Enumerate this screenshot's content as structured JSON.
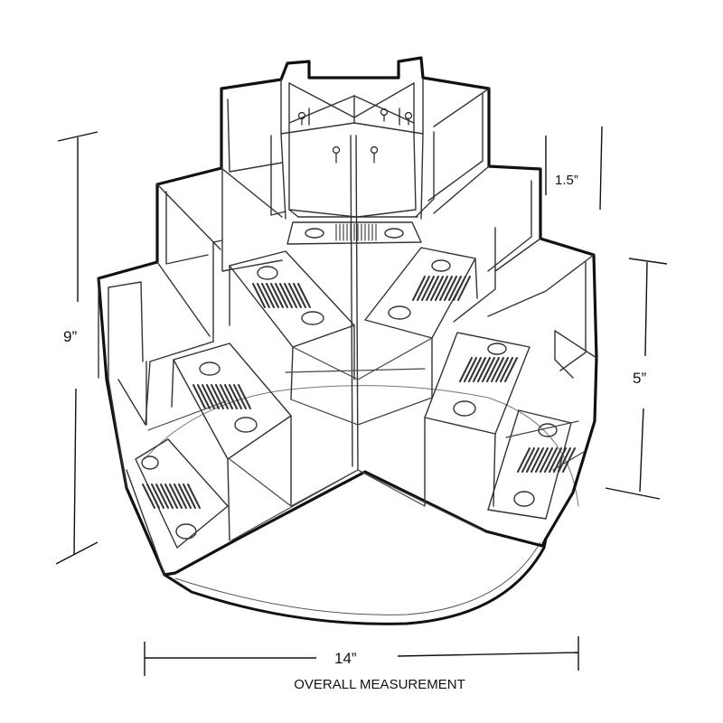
{
  "dimensions": {
    "height": "9”",
    "side_height": "5”",
    "pocket_depth": "1.5”",
    "width": "14”",
    "caption": "OVERALL MEASUREMENT"
  },
  "colors": {
    "outline": "#111111",
    "thin_line": "#444444",
    "background": "#ffffff"
  }
}
